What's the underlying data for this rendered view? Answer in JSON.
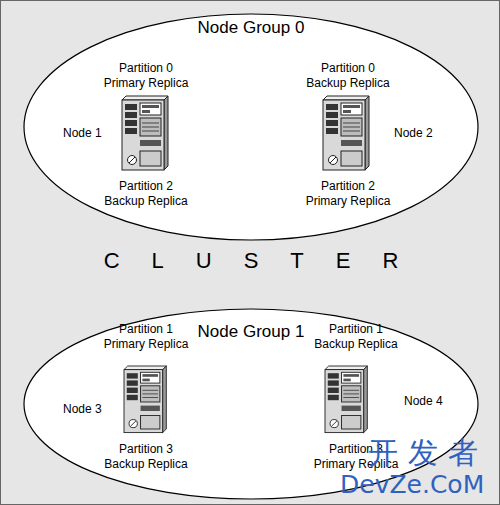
{
  "diagram": {
    "nodes": [
      {
        "text": [
          "CLUSTER"
        ]
      },
      {
        "text": [
          "Node Group 0"
        ],
        "in": 0
      },
      {
        "text": [
          "Partition 0 Primary Replica",
          "Node 1",
          "Partition 2 Backup Replica"
        ],
        "in": 1
      },
      {
        "text": [
          "Partition 0 Backup Replica",
          "Node 2",
          "Partition 2 Primary Replica"
        ],
        "in": 1
      },
      {
        "text": [
          "Node Group 1"
        ],
        "in": 0
      },
      {
        "text": [
          "Partition 1 Primary Replica",
          "Node 3",
          "Partition 3 Backup Replica"
        ],
        "in": 4
      },
      {
        "text": [
          "Partition 1 Backup Replica",
          "Node 4",
          "Partition 3 Primary Replica"
        ],
        "in": 4
      }
    ],
    "labels": [
      "开发者",
      "DevZe.CoM"
    ]
  }
}
